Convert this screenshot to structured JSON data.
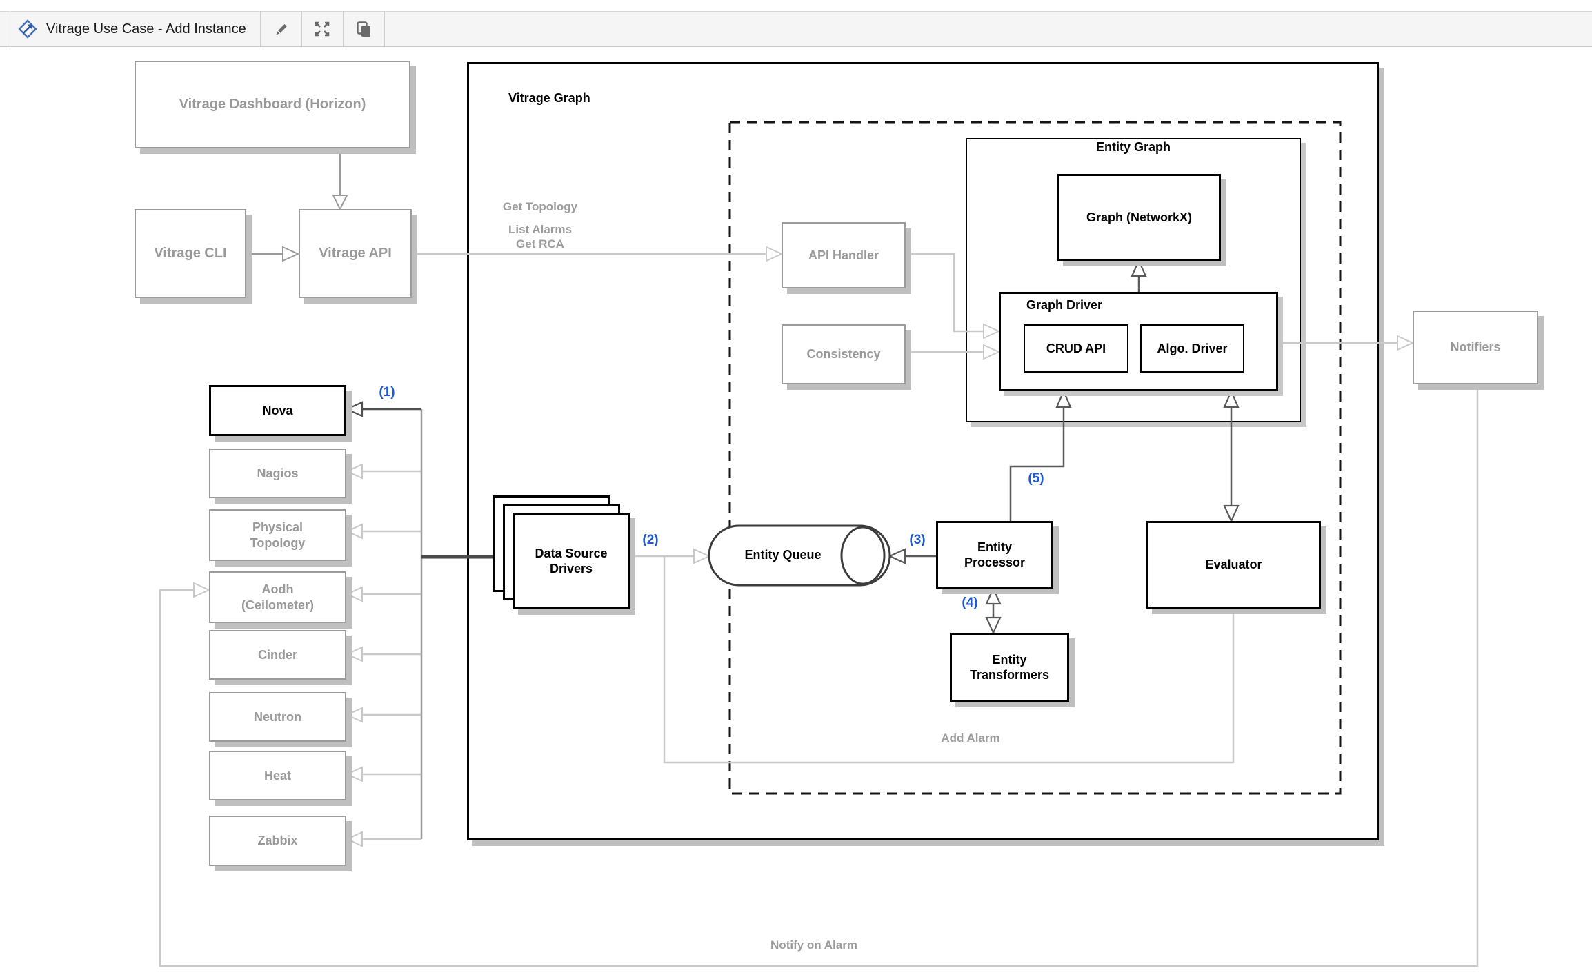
{
  "toolbar": {
    "title": "Vitrage Use Case - Add Instance",
    "buttons": [
      {
        "icon": "edit-pencil"
      },
      {
        "icon": "fullscreen-arrows"
      },
      {
        "icon": "copy-duplicate"
      }
    ]
  },
  "diagram": {
    "containers": {
      "vitrage_graph": "Vitrage Graph",
      "entity_graph": "Entity Graph",
      "graph_driver": "Graph Driver"
    },
    "nodes": {
      "dashboard": "Vitrage Dashboard (Horizon)",
      "cli": "Vitrage CLI",
      "api": "Vitrage API",
      "api_handler": "API Handler",
      "consistency": "Consistency",
      "notifiers": "Notifiers",
      "graph_networkx": "Graph (NetworkX)",
      "crud_api": "CRUD API",
      "algo_driver": "Algo. Driver",
      "nova": "Nova",
      "nagios": "Nagios",
      "physical_topology": "Physical Topology",
      "aodh": "Aodh (Ceilometer)",
      "cinder": "Cinder",
      "neutron": "Neutron",
      "heat": "Heat",
      "zabbix": "Zabbix",
      "data_source_drivers": "Data Source Drivers",
      "entity_queue": "Entity Queue",
      "entity_processor": "Entity Processor",
      "entity_transformers": "Entity Transformers",
      "evaluator": "Evaluator"
    },
    "step_labels": {
      "s1": "(1)",
      "s2": "(2)",
      "s3": "(3)",
      "s4": "(4)",
      "s5": "(5)"
    },
    "annotations": {
      "get_topology": "Get Topology",
      "list_alarms": "List Alarms",
      "get_rca": "Get RCA",
      "add_alarm": "Add Alarm",
      "notify_on_alarm": "Notify on Alarm"
    },
    "colors": {
      "step_blue": "#1d5ad2",
      "muted_gray": "#999999",
      "line_light": "#c9c9c9",
      "line_dark": "#5a5a5a",
      "node_black": "#000000"
    }
  }
}
